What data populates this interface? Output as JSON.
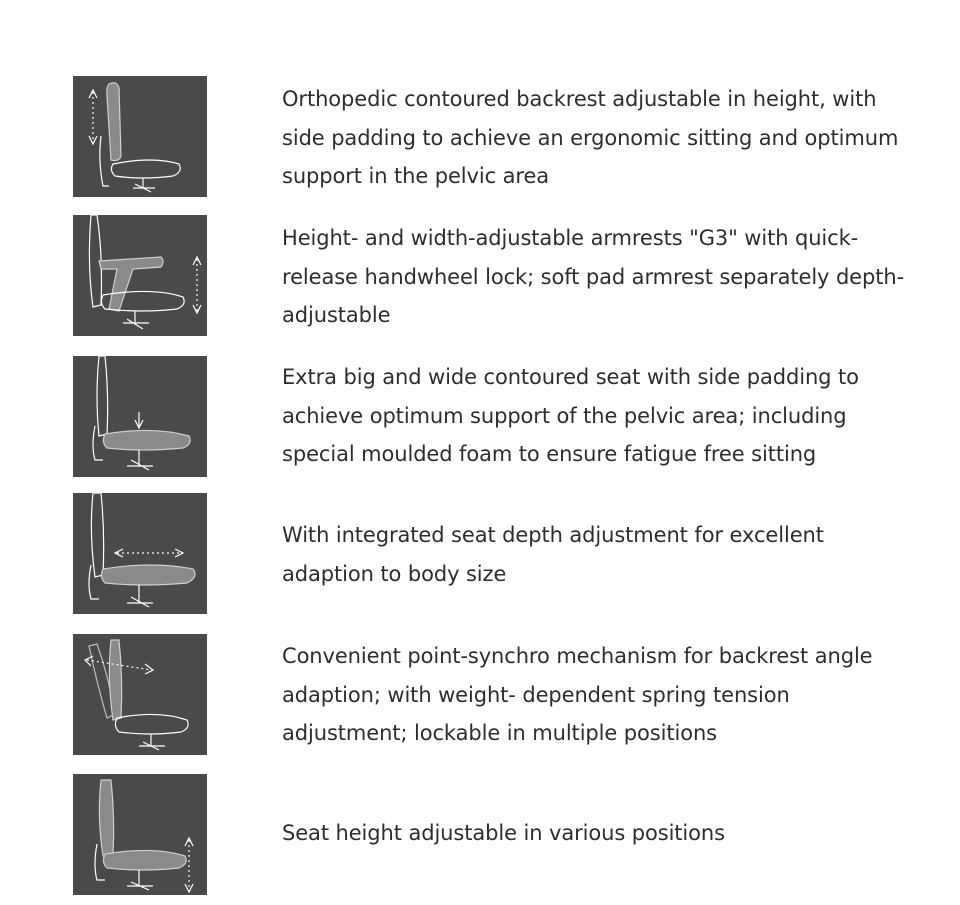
{
  "features": [
    {
      "icon": "backrest-height-icon",
      "lines": [
        "Orthopedic contoured backrest adjustable in height, with",
        "side padding to achieve an ergonomic sitting and optimum",
        "support in the pelvic area"
      ]
    },
    {
      "icon": "armrest-adjust-icon",
      "lines": [
        "Height- and width-adjustable armrests \"G3\" with quick-",
        "release handwheel lock; soft pad armrest separately depth-",
        "adjustable"
      ]
    },
    {
      "icon": "contoured-seat-icon",
      "lines": [
        "Extra big and wide contoured seat with side padding to",
        "achieve optimum support of the pelvic area; including",
        "special moulded foam to ensure fatigue free sitting"
      ]
    },
    {
      "icon": "seat-depth-icon",
      "lines": [
        "With integrated seat depth adjustment for excellent",
        "adaption to body size"
      ]
    },
    {
      "icon": "synchro-mechanism-icon",
      "lines": [
        "Convenient point-synchro mechanism for backrest angle",
        "adaption; with weight- dependent spring tension",
        "adjustment; lockable in multiple positions"
      ]
    },
    {
      "icon": "seat-height-icon",
      "lines": [
        "Seat height adjustable in various positions"
      ]
    }
  ],
  "colors": {
    "thumb_bg": "#4a4a4a",
    "chair_outline": "#ffffff",
    "highlight": "#8a8a8a",
    "text": "#2d2d2d"
  }
}
